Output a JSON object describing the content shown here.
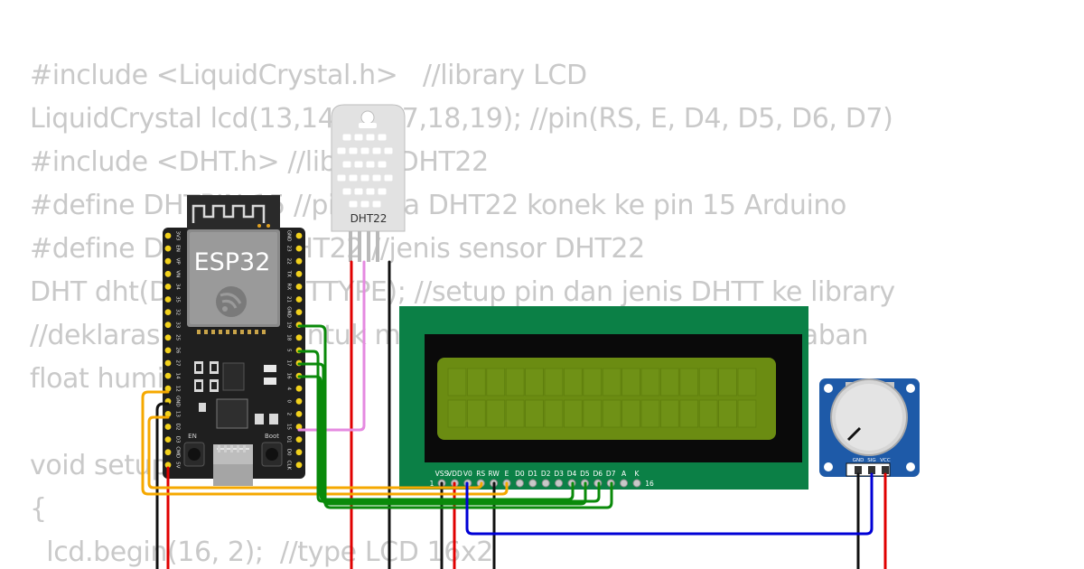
{
  "code_lines": [
    "#include <LiquidCrystal.h>   //library LCD",
    "LiquidCrystal lcd(13,14,16,17,18,19); //pin(RS, E, D4, D5, D6, D7)",
    "#include <DHT.h> //library DHT22",
    "#define DHTPIN 15 //pin data DHT22 konek ke pin 15 Arduino",
    "#define DHTTYPE DHT22 //jenis sensor DHT22",
    "DHT dht(DHTPIN, DHTTYPE); //setup pin dan jenis DHTT ke library",
    "//deklarasi variabel untuk menyimpan nilai suhu & kelembaban",
    "float humi, temp;",
    "",
    "void setup()",
    "{",
    "  lcd.begin(16, 2);  //type LCD 16x2"
  ],
  "esp32": {
    "label": "ESP32",
    "en_label": "EN",
    "boot_label": "Boot",
    "left_pins": [
      "3V3",
      "EN",
      "VP",
      "VN",
      "34",
      "35",
      "32",
      "33",
      "25",
      "26",
      "27",
      "14",
      "12",
      "GND",
      "13",
      "D2",
      "D3",
      "CMD",
      "5V"
    ],
    "right_pins": [
      "GND",
      "23",
      "22",
      "TX",
      "RX",
      "21",
      "GND",
      "19",
      "18",
      "5",
      "17",
      "16",
      "4",
      "0",
      "2",
      "15",
      "D1",
      "D0",
      "CLK"
    ]
  },
  "dht22": {
    "label": "DHT22"
  },
  "lcd": {
    "pin_labels": [
      "VSS",
      "VDD",
      "V0",
      "RS",
      "RW",
      "E",
      "D0",
      "D1",
      "D2",
      "D3",
      "D4",
      "D5",
      "D6",
      "D7",
      "A",
      "K"
    ],
    "pin_start": "1",
    "pin_end": "16"
  },
  "pot": {
    "pin_labels": [
      "GND",
      "SIG",
      "VCC"
    ]
  },
  "colors": {
    "code_text": "#c9c9c9",
    "board": "#1f1f1f",
    "lcd_pcb": "#0b8046",
    "lcd_screen": "#6b8c12",
    "pot_pcb": "#1e5aa8",
    "wire_red": "#e00000",
    "wire_black": "#111111",
    "wire_green": "#0a8a0a",
    "wire_orange": "#f5a800",
    "wire_pink": "#e58ae0",
    "wire_blue": "#0000d6"
  }
}
